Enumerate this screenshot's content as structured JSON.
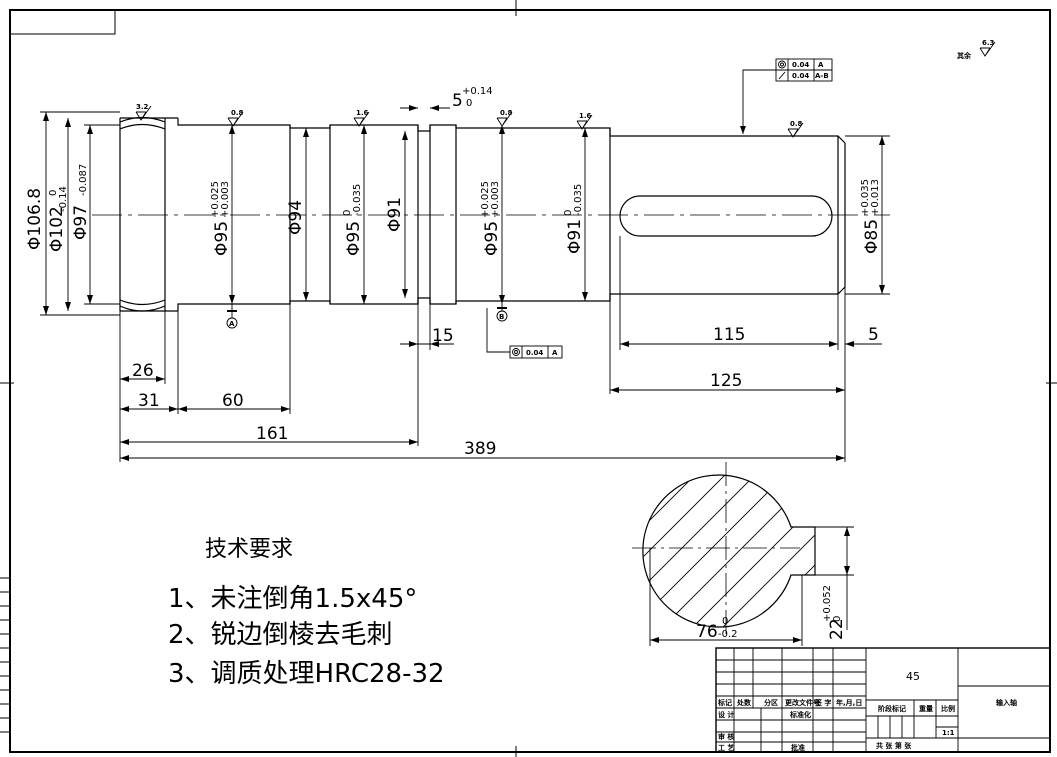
{
  "dimensions": {
    "d106_8": "Φ106.8",
    "d102": "Φ102",
    "d102_tol": "0",
    "d102_tol2": "-0.14",
    "d97": "Φ97",
    "d97_tol": "-0.087",
    "d95a": "Φ95",
    "d95a_tol_up": "+0.025",
    "d95a_tol_lo": "+0.003",
    "d94": "Φ94",
    "d95b": "Φ95",
    "d95b_tol_up": "0",
    "d95b_tol_lo": "-0.035",
    "d91a": "Φ91",
    "d95c": "Φ95",
    "d95c_tol_up": "+0.025",
    "d95c_tol_lo": "+0.003",
    "d91b": "Φ91",
    "d91b_tol_up": "0",
    "d91b_tol_lo": "-0.035",
    "d85": "Φ85",
    "d85_tol_up": "+0.035",
    "d85_tol_lo": "+0.013",
    "groove": "5",
    "groove_tol_up": "+0.14",
    "groove_tol_lo": "0",
    "l26": "26",
    "l31": "31",
    "l60": "60",
    "l161": "161",
    "l389": "389",
    "l15": "15",
    "l115": "115",
    "l5": "5",
    "l125": "125",
    "s76": "76",
    "s76_tol_up": "0",
    "s76_tol_lo": "-0.2",
    "s22": "22",
    "s22_tol_up": "+0.052",
    "s22_tol_lo": "0"
  },
  "roughness": {
    "r32": "3.2",
    "r08a": "0.8",
    "r16a": "1.6",
    "r08b": "0.8",
    "r16b": "1.6",
    "r08c": "0.8",
    "rest_value": "6.3",
    "rest_label": "其余"
  },
  "datums": {
    "a": "A",
    "b": "B"
  },
  "tolerances": {
    "frame1_value": "0.04",
    "frame1_ref": "A",
    "frame2_value": "0.04",
    "frame2_ref": "A-B",
    "frame3_value": "0.04",
    "frame3_ref": "A"
  },
  "requirements": {
    "title": "技术要求",
    "items": [
      "1、未注倒角1.5x45°",
      "2、锐边倒棱去毛刺",
      "3、调质处理HRC28-32"
    ]
  },
  "title_block": {
    "material": "45",
    "part_name": "输入轴",
    "scale": "1:1",
    "headers": [
      "标记",
      "处数",
      "分区",
      "更改文件号",
      "签 字",
      "年,月,日"
    ],
    "design": "设 计",
    "standard": "标准化",
    "stage_mark": "阶段标记",
    "weight": "重量",
    "scale_label": "比例",
    "review": "审 核",
    "process": "工 艺",
    "approve": "批准",
    "sheets": "共  张  第  张"
  }
}
